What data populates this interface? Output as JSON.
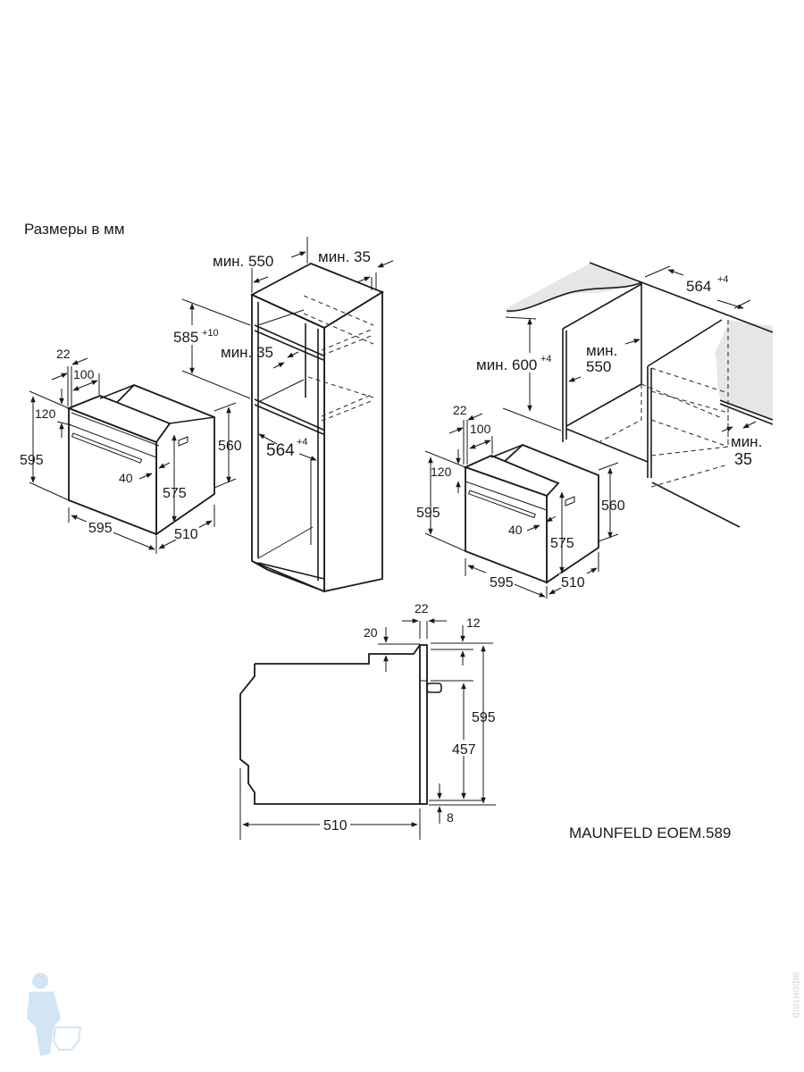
{
  "title": "Размеры в мм",
  "model": "MAUNFELD EOEM.589",
  "oven_3d": {
    "d22": "22",
    "d100": "100",
    "d120": "120",
    "d595h": "595",
    "d40": "40",
    "d575": "575",
    "d560": "560",
    "d595w": "595",
    "d510": "510"
  },
  "tall_cabinet": {
    "min550": "мин. 550",
    "min35_top": "мин. 35",
    "h585": "585",
    "h585_tol": "+10",
    "min35_mid": "мин. 35",
    "w564": "564",
    "w564_tol": "+4"
  },
  "under_counter": {
    "w564": "564",
    "w564_tol": "+4",
    "h600": "мин. 600",
    "h600_tol": "+4",
    "min_label": "мин.",
    "min550": "550",
    "min_label2": "мин.",
    "min35": "35"
  },
  "side_view": {
    "d22": "22",
    "d12": "12",
    "d20": "20",
    "d595": "595",
    "d457": "457",
    "d8": "8",
    "d510": "510"
  },
  "watermark": "афонтаф"
}
